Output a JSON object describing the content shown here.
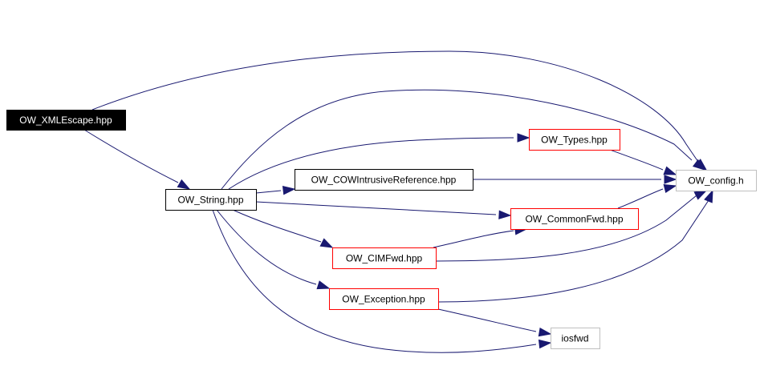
{
  "diagram": {
    "type": "include-dependency-graph",
    "colors": {
      "edge": "#191970",
      "root_fill": "#000000",
      "root_text": "#ffffff",
      "normal_border": "#000000",
      "truncated_border": "#ff0000",
      "external_border": "#bfbfbf",
      "node_fill": "#ffffff",
      "node_text": "#000000"
    },
    "nodes": [
      {
        "id": "xmlescape",
        "label": "OW_XMLEscape.hpp",
        "kind": "root"
      },
      {
        "id": "string",
        "label": "OW_String.hpp",
        "kind": "normal"
      },
      {
        "id": "types",
        "label": "OW_Types.hpp",
        "kind": "truncated"
      },
      {
        "id": "cowref",
        "label": "OW_COWIntrusiveReference.hpp",
        "kind": "normal"
      },
      {
        "id": "commonfwd",
        "label": "OW_CommonFwd.hpp",
        "kind": "truncated"
      },
      {
        "id": "cimfwd",
        "label": "OW_CIMFwd.hpp",
        "kind": "truncated"
      },
      {
        "id": "exception",
        "label": "OW_Exception.hpp",
        "kind": "truncated"
      },
      {
        "id": "config",
        "label": "OW_config.h",
        "kind": "external"
      },
      {
        "id": "iosfwd",
        "label": "iosfwd",
        "kind": "external"
      }
    ],
    "edges": [
      {
        "from": "xmlescape",
        "to": "config"
      },
      {
        "from": "xmlescape",
        "to": "string"
      },
      {
        "from": "string",
        "to": "config"
      },
      {
        "from": "string",
        "to": "types"
      },
      {
        "from": "string",
        "to": "cowref"
      },
      {
        "from": "string",
        "to": "commonfwd"
      },
      {
        "from": "string",
        "to": "cimfwd"
      },
      {
        "from": "string",
        "to": "exception"
      },
      {
        "from": "string",
        "to": "iosfwd"
      },
      {
        "from": "types",
        "to": "config"
      },
      {
        "from": "cowref",
        "to": "config"
      },
      {
        "from": "commonfwd",
        "to": "config"
      },
      {
        "from": "cimfwd",
        "to": "commonfwd"
      },
      {
        "from": "cimfwd",
        "to": "config"
      },
      {
        "from": "exception",
        "to": "config"
      },
      {
        "from": "exception",
        "to": "iosfwd"
      }
    ]
  }
}
